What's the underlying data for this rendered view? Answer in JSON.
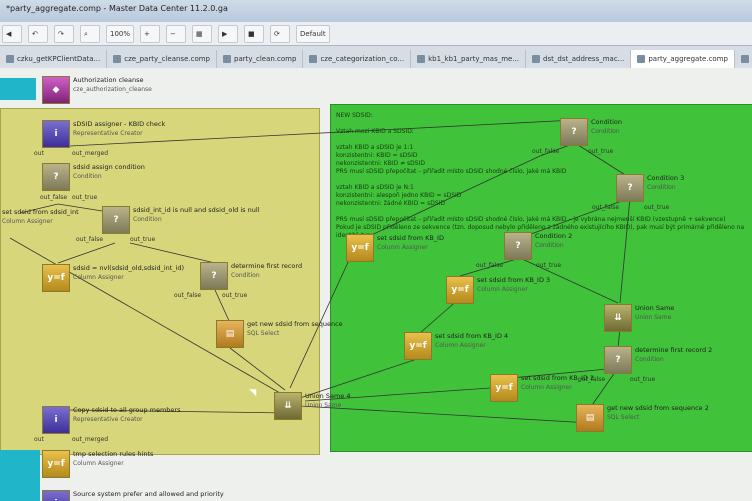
{
  "window": {
    "title": "*party_aggregate.comp - Master Data Center 11.2.0.ga"
  },
  "toolbar": {
    "zoom": "100%",
    "profile": "Default"
  },
  "tabs": [
    {
      "label": "czku_getKPClientData..."
    },
    {
      "label": "cze_party_cleanse.comp"
    },
    {
      "label": "party_clean.comp"
    },
    {
      "label": "cze_categorization_co..."
    },
    {
      "label": "kb1_kb1_party_mas_me..."
    },
    {
      "label": "dst_dst_address_mac..."
    },
    {
      "label": "party_aggregate.comp"
    },
    {
      "label": "updat"
    }
  ],
  "note": "NEW SDSID:\n\nVztah mezi KBID a SDSID:\n\nvztah KBID a sDSID je 1:1\n        konzistentni: KBID = sDSID\n        nekonzistentni: KBID ≠ sDSID\n        PRS musí sDSID přepočítat – přiřadit místo sDSID shodné číslo, jaké má KBID\n\nvztah KBID a sDSID je N:1\n        konzistentni: alespoň jedno KBID = sDSID\n        nekonzistentni: žádné KBID = sDSID\n\nPRS musí sDSID přepočítat – přiřadit místo sDSID shodné číslo, jaké má KBID – je vybrána nejmenší KBID (vzestupně + sekvence)\nPokud je sDSID přiděleno ze sekvence (tzn. doposud nebylo přiděleno z žádného existujícího KBID), pak musí být primárně přiděleno na identitě typu",
  "nodes": [
    {
      "name": "Authorization cleanse",
      "sub": "cze_authorization_cleanse"
    },
    {
      "name": "sDSID assigner - KBID check",
      "sub": "Representative Creator"
    },
    {
      "name": "sdsid assign condition",
      "sub": "Condition"
    },
    {
      "name": "set sdsid from sdsid_int",
      "sub": "Column Assigner"
    },
    {
      "name": "sdsid_int_id is null and sdsid_old is null",
      "sub": "Condition"
    },
    {
      "name": "sdsid = nvl(sdsid_old,sdsid_int_id)",
      "sub": "Column Assigner"
    },
    {
      "name": "determine first record",
      "sub": "Condition"
    },
    {
      "name": "get new sdsid from sequence",
      "sub": "SQL Select"
    },
    {
      "name": "Union Same 4",
      "sub": "Union Same"
    },
    {
      "name": "Copy sdsid to all group members",
      "sub": "Representative Creator"
    },
    {
      "name": "tmp selection rules hints",
      "sub": "Column Assigner"
    },
    {
      "name": "Condition",
      "sub": "Condition"
    },
    {
      "name": "Condition 3",
      "sub": "Condition"
    },
    {
      "name": "set sdsid from KB_ID",
      "sub": "Column Assigner"
    },
    {
      "name": "Condition 2",
      "sub": "Condition"
    },
    {
      "name": "set sdsid from KB_ID 3",
      "sub": "Column Assigner"
    },
    {
      "name": "Union Same",
      "sub": "Union Same"
    },
    {
      "name": "set sdsid from KB_ID 4",
      "sub": "Column Assigner"
    },
    {
      "name": "determine first record 2",
      "sub": "Condition"
    },
    {
      "name": "set sdsid from KB_ID 2",
      "sub": "Column Assigner"
    },
    {
      "name": "get new sdsid from sequence 2",
      "sub": "SQL Select"
    },
    {
      "name": "Source system prefer and allowed and priority",
      "sub": ""
    }
  ],
  "labels": {
    "out": "out",
    "out_merged": "out_merged",
    "out_false": "out_false",
    "out_true": "out_true"
  }
}
